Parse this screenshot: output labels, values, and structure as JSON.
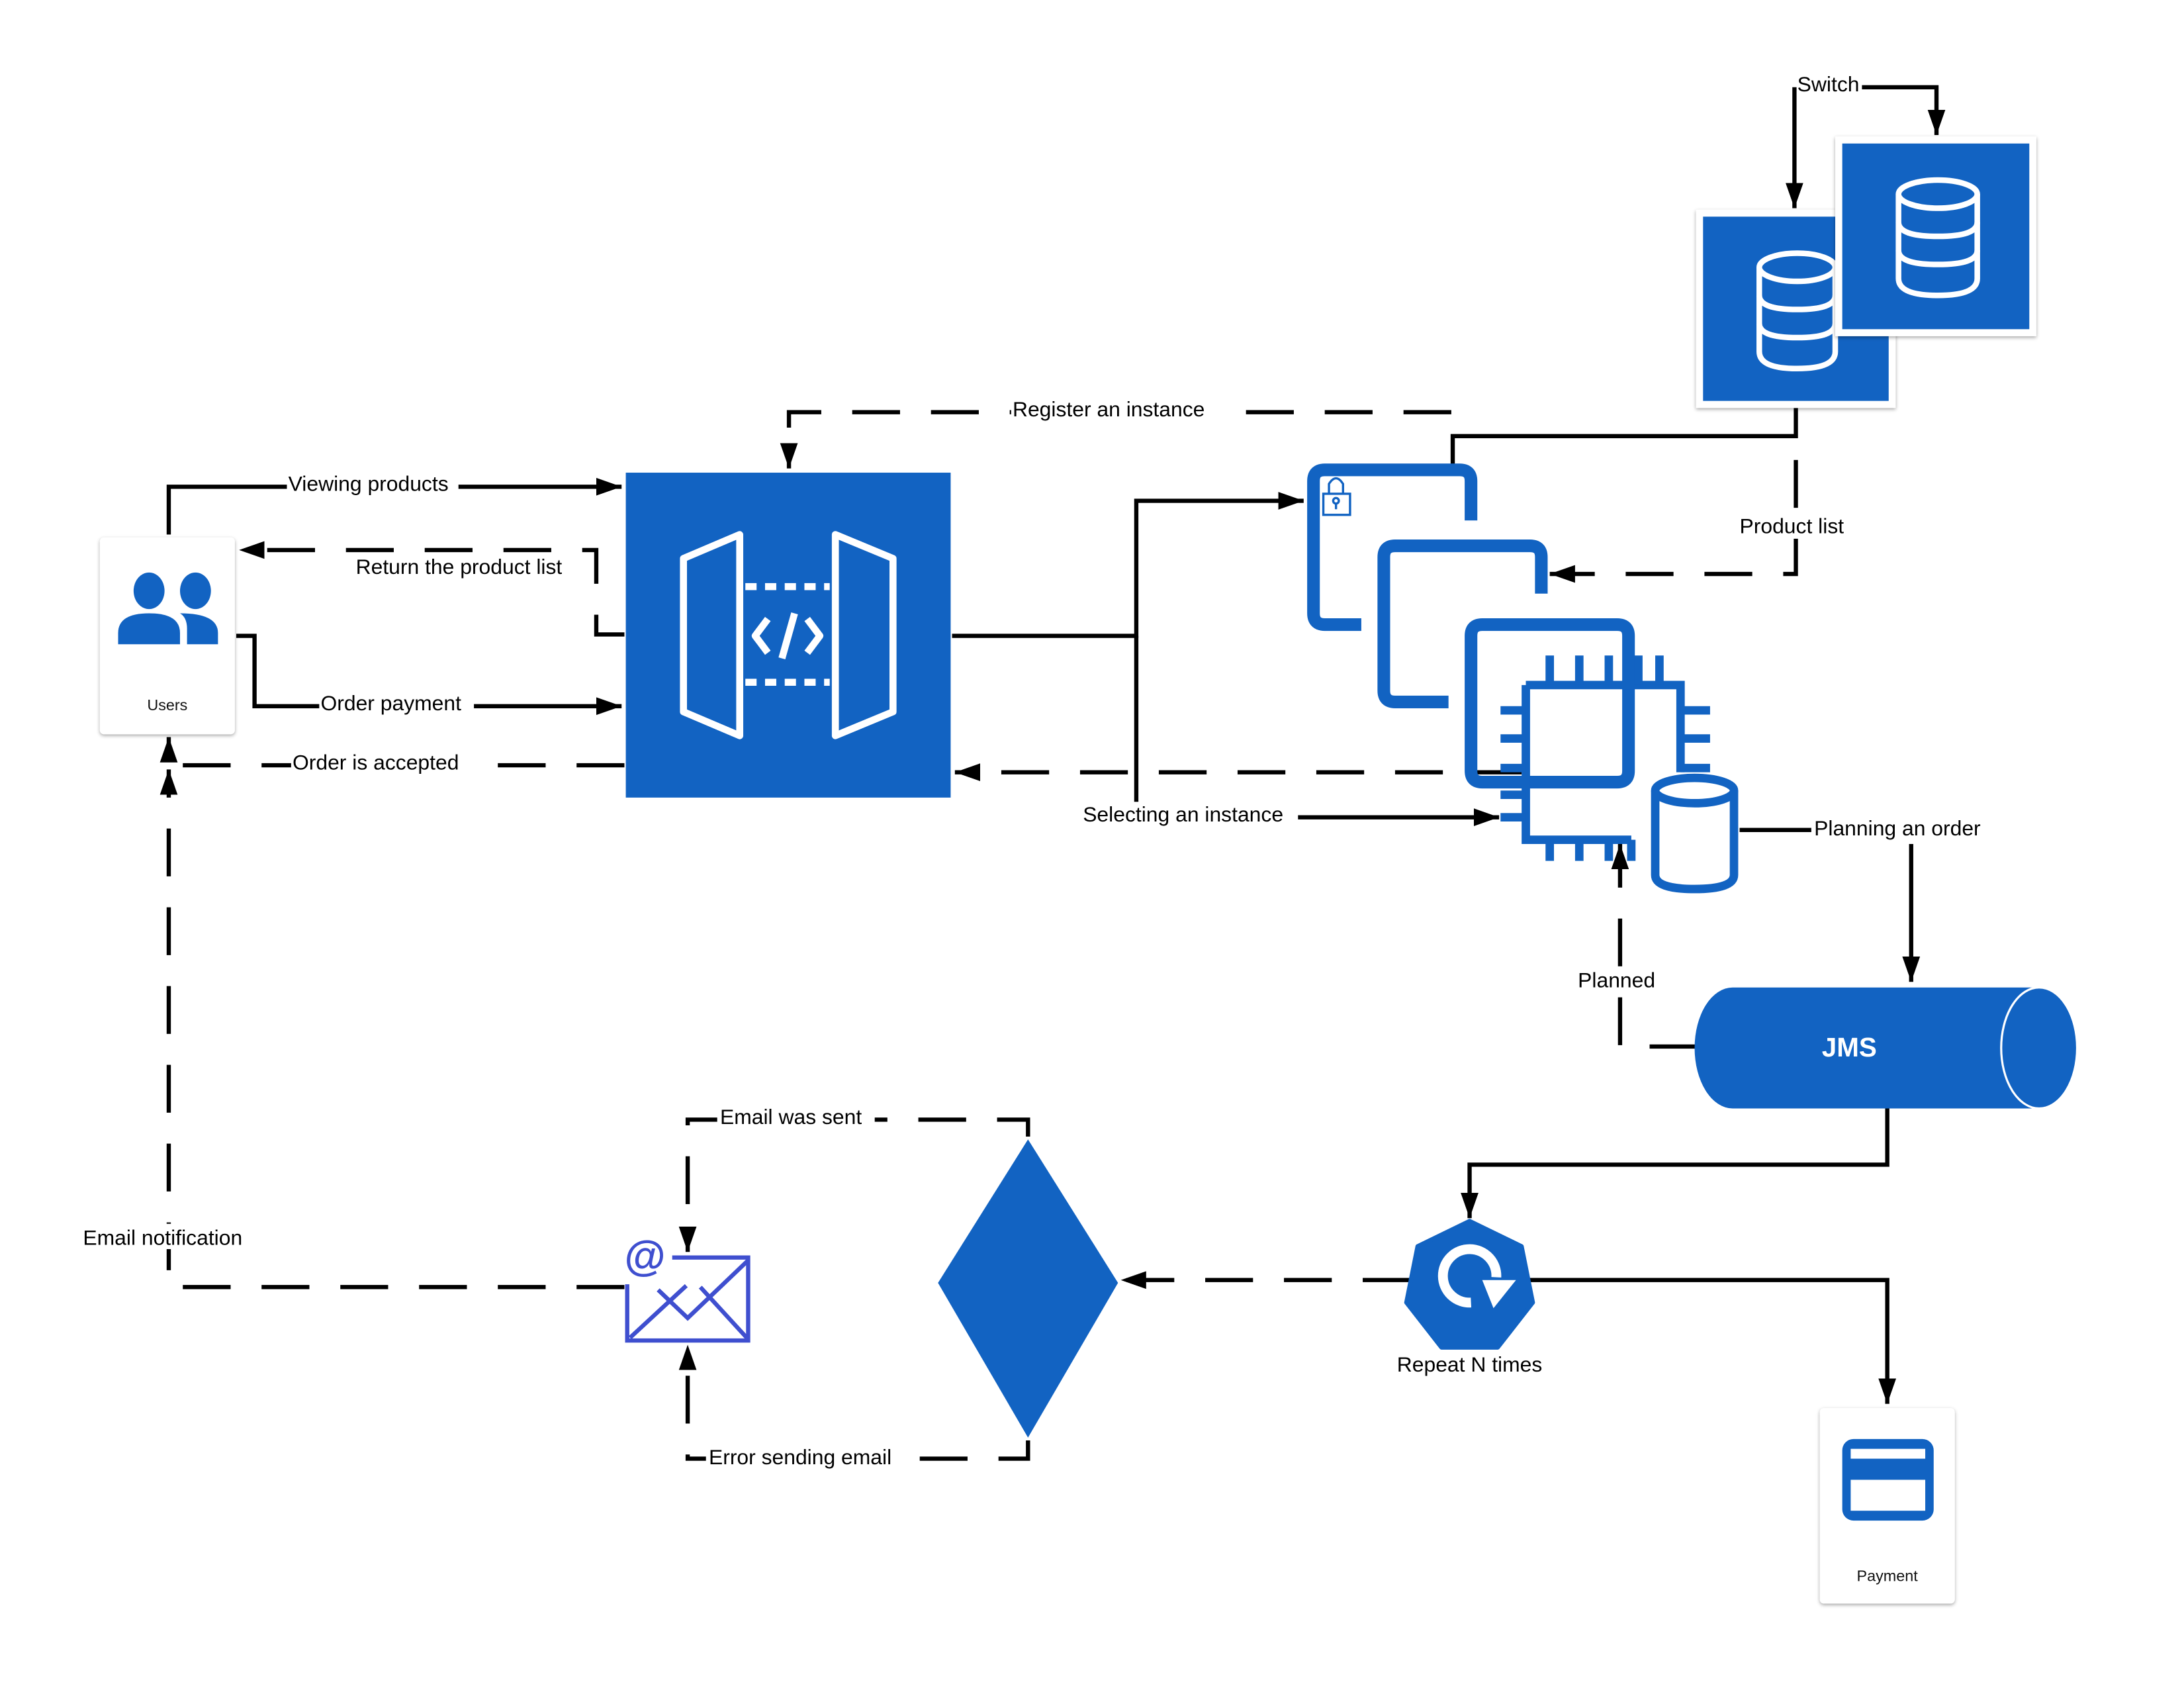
{
  "diagram": {
    "colors": {
      "primary_blue": "#1263c2",
      "email_blue": "#3f4fcf",
      "line": "#000000",
      "card_bg": "#ffffff"
    },
    "nodes": {
      "users": {
        "label": "Users",
        "icon": "users-icon"
      },
      "api_gateway": {
        "label": "",
        "icon": "api-gateway-icon"
      },
      "database_primary": {
        "icon": "database-icon"
      },
      "database_replica": {
        "icon": "database-icon"
      },
      "instances": {
        "icon": "server-instances-icon"
      },
      "cpu_instance": {
        "icon": "cpu-chip-icon"
      },
      "local_db": {
        "icon": "cylinder-icon"
      },
      "jms": {
        "label": "JMS"
      },
      "repeat": {
        "label": "Repeat N times",
        "icon": "loop-icon"
      },
      "decision": {
        "icon": "decision-diamond"
      },
      "email": {
        "icon": "email-at-icon"
      },
      "payment": {
        "label": "Payment",
        "icon": "credit-card-icon"
      }
    },
    "edges": {
      "viewing_products": "Viewing products",
      "return_product_list": "Return the product list",
      "order_payment": "Order payment",
      "order_accepted": "Order is accepted",
      "register_instance": "Register an instance",
      "selecting_instance": "Selecting an instance",
      "switch": "Switch",
      "product_list": "Product list",
      "planning_order": "Planning an order",
      "planned": "Planned",
      "email_sent": "Email was sent",
      "error_sending": "Error sending email",
      "email_notification": "Email notification"
    }
  }
}
